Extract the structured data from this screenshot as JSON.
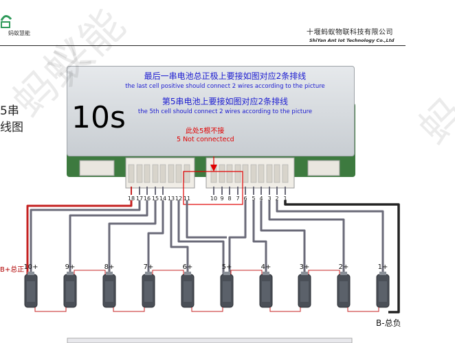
{
  "header": {
    "company_cn": "十堰蚂蚁物联科技有限公司",
    "company_en": "ShiYan Ant Iot Technology Co.,Ltd",
    "logo_text": "蚂蚁慧能",
    "side_text_1": "5串",
    "side_text_2": "线图"
  },
  "board": {
    "note1_cn": "最后一串电池总正极上要接如图对应2条排线",
    "note1_en": "the last cell positive should connect 2 wires according to the picture",
    "note2_cn": "第5串电池上要接如图对应2条排线",
    "note2_en": "the 5th cell should connect 2 wires according to the picture",
    "model": "10s",
    "not_connected_cn": "此处5根不接",
    "not_connected_en": "5 Not connectecd"
  },
  "pins_left": [
    "18",
    "17",
    "16",
    "15",
    "14",
    "13",
    "12",
    "11"
  ],
  "pins_right": [
    "10",
    "9",
    "8",
    "7",
    "6",
    "5",
    "4",
    "3",
    "2",
    "1"
  ],
  "cells": [
    "10+",
    "9+",
    "8+",
    "7+",
    "6+",
    "5+",
    "4+",
    "3+",
    "2+",
    "1+"
  ],
  "labels": {
    "total_positive": "B+总正",
    "total_negative": "B-总负"
  },
  "watermark": [
    "蚂蚁",
    "兴能",
    "蚂"
  ],
  "colors": {
    "board_green": "#3d7a3f",
    "annotation_blue": "#1a1ad0",
    "annotation_red": "#e00000",
    "wire_gray": "#6a6a78",
    "wire_red": "#c42020"
  }
}
